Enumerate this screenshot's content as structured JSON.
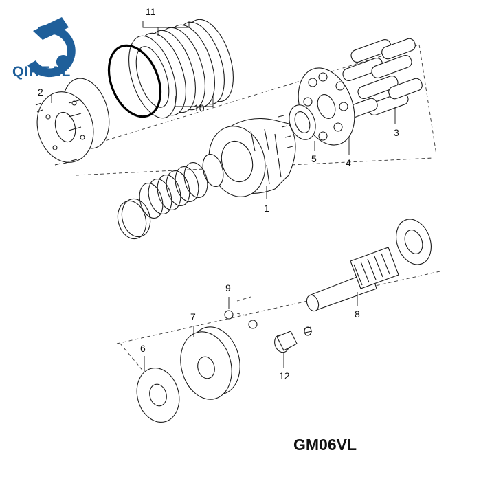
{
  "brand": {
    "name": "QIREAL",
    "color": "#1f5f9a"
  },
  "model": "GM06VL",
  "callouts": {
    "p1": "1",
    "p2": "2",
    "p3": "3",
    "p4": "4",
    "p5": "5",
    "p6": "6",
    "p7": "7",
    "p8": "8",
    "p9": "9",
    "p10": "10",
    "p11": "11",
    "p12": "12"
  }
}
